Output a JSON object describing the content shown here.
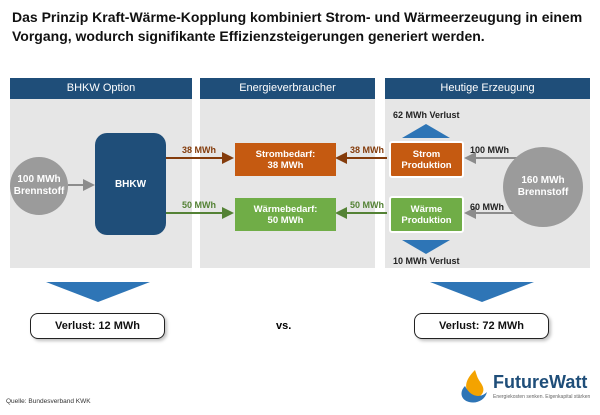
{
  "headline": "Das Prinzip Kraft-Wärme-Kopplung kombiniert Strom- und Wärmeerzeugung in einem Vorgang, wodurch signifikante Effizienzsteigerungen generiert werden.",
  "panels": {
    "left": "BHKW Option",
    "middle": "Energieverbraucher",
    "right": "Heutige Erzeugung"
  },
  "nodes": {
    "fuel_left": "100 MWh\nBrennstoff",
    "bhkw": "BHKW",
    "strom_bedarf": "Strombedarf:\n38 MWh",
    "waerme_bedarf": "Wärmebedarf:\n50 MWh",
    "strom_produktion": "Strom\nProduktion",
    "waerme_produktion": "Wärme\nProduktion",
    "fuel_right": "160 MWh\nBrennstoff"
  },
  "flows": {
    "bhkw_strom": "38 MWh",
    "bhkw_waerme": "50 MWh",
    "prod_strom": "38 MWh",
    "prod_waerme": "50 MWh",
    "fuel_strom": "100 MWh",
    "fuel_waerme": "60 MWh",
    "strom_loss": "62 MWh Verlust",
    "waerme_loss": "10 MWh Verlust"
  },
  "results": {
    "left": "Verlust: 12 MWh",
    "vs": "vs.",
    "right": "Verlust: 72 MWh"
  },
  "source": "Quelle: Bundesverband KWK",
  "logo": {
    "name": "FutureWatt",
    "tagline": "Energiekosten senken. Eigenkapital stärken"
  },
  "colors": {
    "header_blue": "#1f4e79",
    "arrow_blue": "#2e75b6",
    "strom_red": "#c55a11",
    "waerme_green": "#70ad47",
    "fuel_grey": "#9b9b9b",
    "panel_grey": "#e6e6e6"
  }
}
